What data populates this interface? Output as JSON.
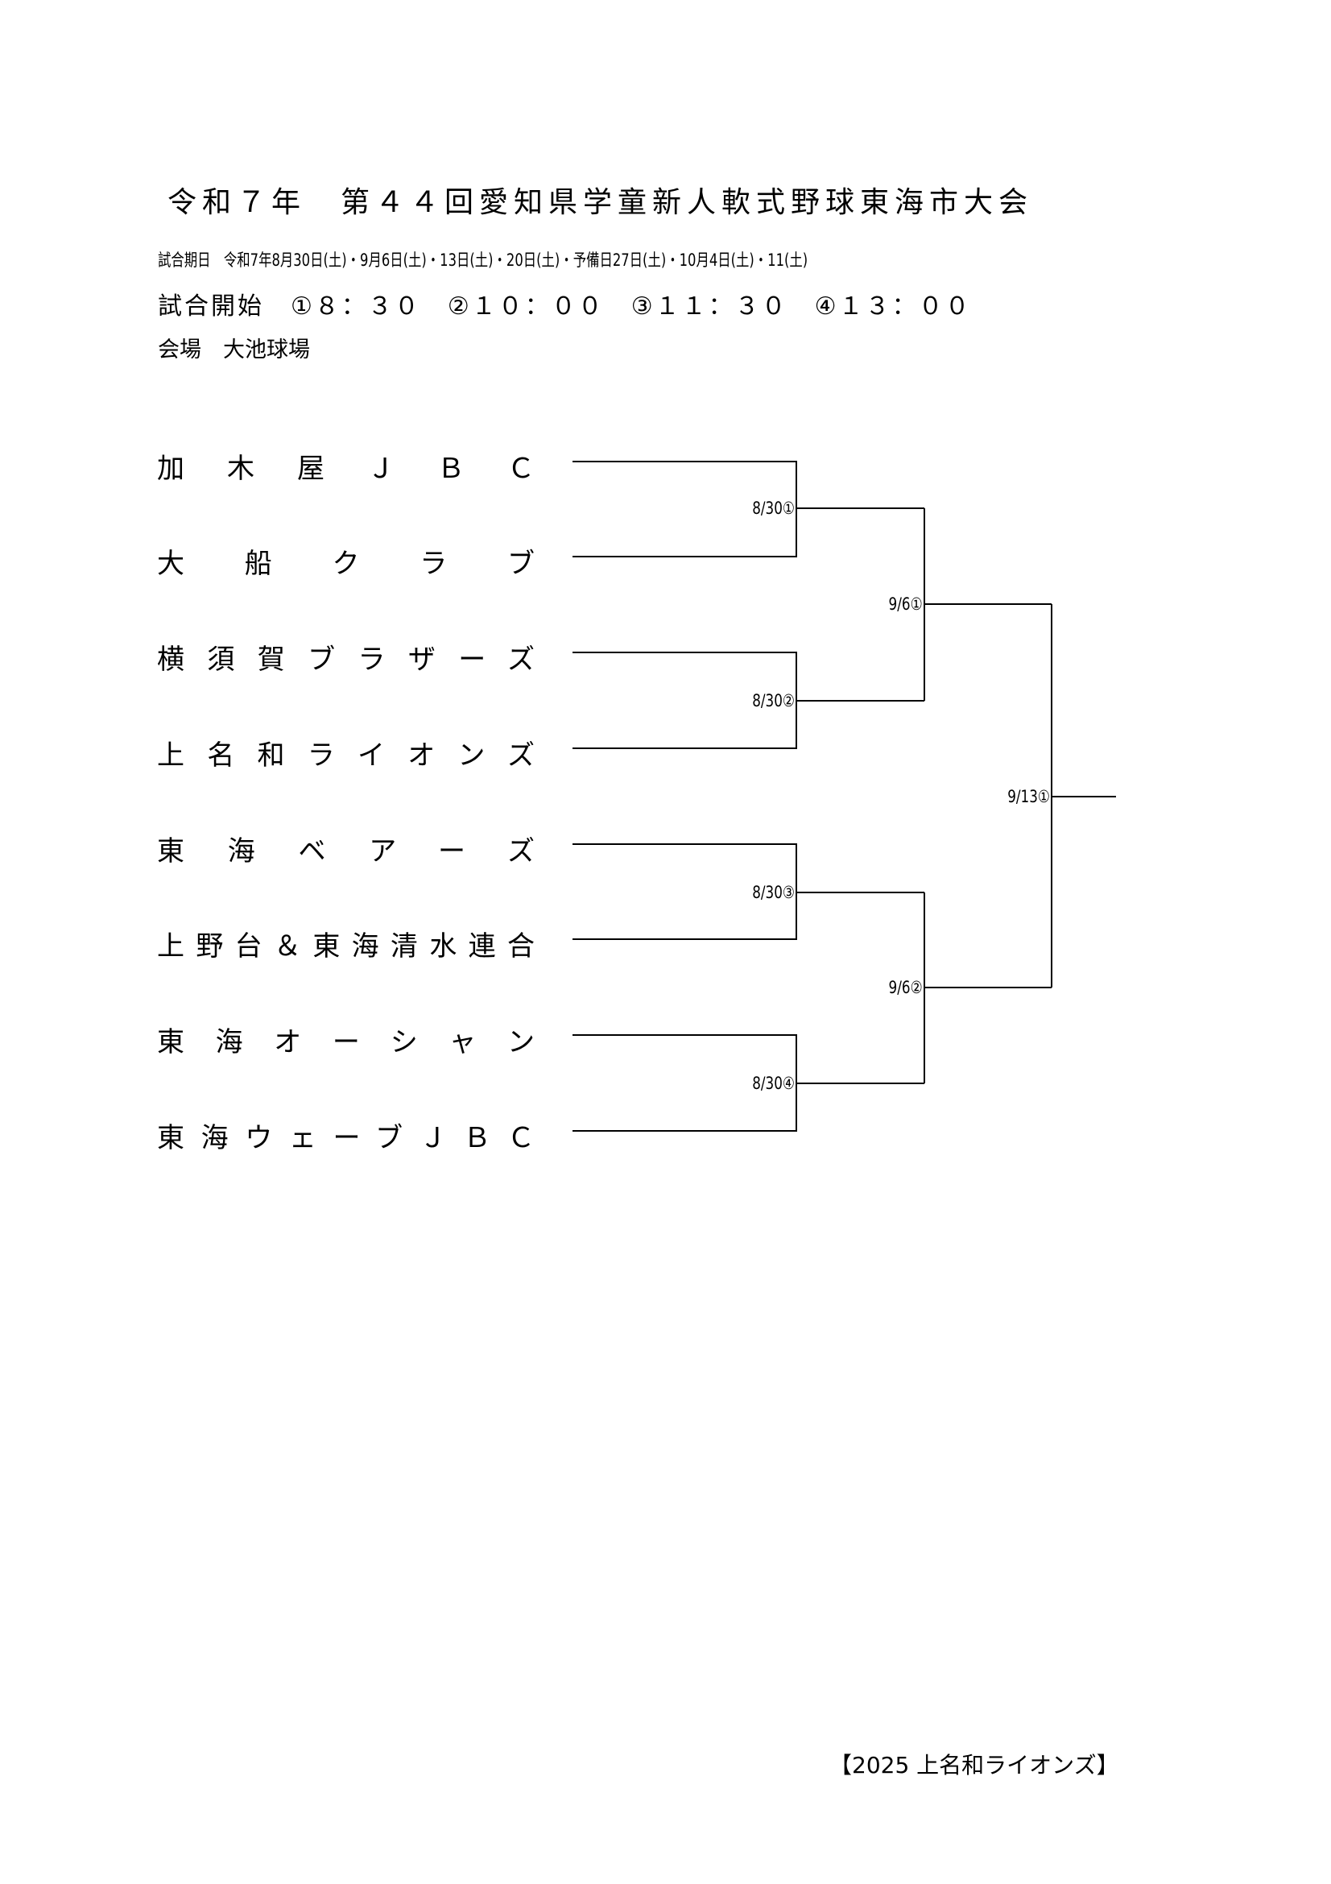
{
  "header": {
    "title": "令和７年　第４４回愛知県学童新人軟式野球東海市大会",
    "dates": "試合期日　令和7年8月30日(土)・9月6日(土)・13日(土)・20日(土)・予備日27日(土)・10月4日(土)・11(土)",
    "start_times": "試合開始　①８：３０　②１０：００　③１１：３０　④１３：００",
    "venue": "会場　大池球場"
  },
  "teams": [
    "加木屋ＪＢＣ",
    "大船クラブ",
    "横須賀ブラザーズ",
    "上名和ライオンズ",
    "東海ベアーズ",
    "上野台＆東海清水連合",
    "東海オーシャン",
    "東海ウェーブＪＢＣ"
  ],
  "matches": {
    "r1": [
      "8/30①",
      "8/30②",
      "8/30③",
      "8/30④"
    ],
    "r2": [
      "9/6①",
      "9/6②"
    ],
    "final": "9/13①"
  },
  "footer": "【2025 上名和ライオンズ】"
}
